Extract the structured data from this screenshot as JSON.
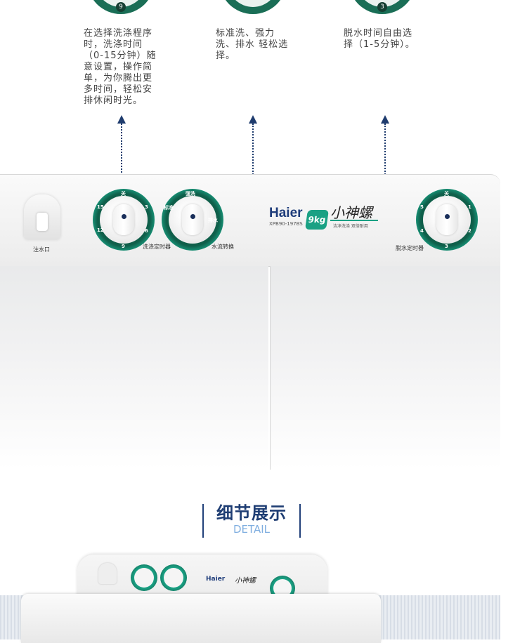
{
  "top_dials": [
    {
      "number": "9"
    },
    {
      "number": ""
    },
    {
      "number": "3"
    }
  ],
  "descriptions": [
    "在选择洗涤程序\n时，洗涤时间\n（0-15分钟）随\n意设置，操作简\n单，为你腾出更\n多时间，轻松安\n排休闲时光。",
    "标准洗、强力\n洗、排水 轻松选\n择。",
    "脱水时间自由选\n择（1-5分钟）。"
  ],
  "panel": {
    "inlet_label": "注水口",
    "wash_timer_label": "洗涤定时器",
    "water_switch_label": "水流转换",
    "spin_timer_label": "脱水定时器",
    "brand": "Haier",
    "model": "XPB90-197BS",
    "capacity": "9kg",
    "series_name": "小神螺",
    "slogan": "洁净洗涤  双倍耐用",
    "wash_dial_ticks": [
      "关",
      "3",
      "6",
      "9",
      "12",
      "15"
    ],
    "water_dial_ticks": [
      "强洗",
      "标准",
      "排水"
    ],
    "spin_dial_ticks": [
      "关",
      "1",
      "2",
      "3",
      "4",
      "5"
    ]
  },
  "detail_section": {
    "title_cn": "细节展示",
    "title_en": "DETAIL"
  },
  "colors": {
    "dial_green": "#1a6e56",
    "accent_blue": "#1f3c6e",
    "teal": "#1aa184"
  }
}
